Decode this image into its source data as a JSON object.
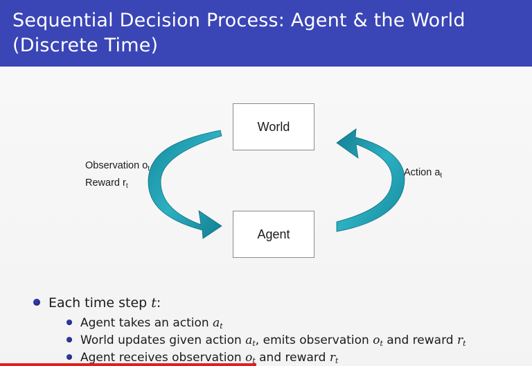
{
  "slide": {
    "title": "Sequential Decision Process: Agent & the World (Discrete Time)"
  },
  "diagram": {
    "world_label": "World",
    "agent_label": "Agent",
    "left_label": {
      "observation_text": "Observation o",
      "observation_sub": "t",
      "reward_text": "Reward r",
      "reward_sub": "t"
    },
    "right_label": {
      "action_text": "Action a",
      "action_sub": "t"
    },
    "arrow_color": "#1f9db0"
  },
  "bullets": {
    "main": {
      "text": "Each time step ",
      "var": "t",
      "suffix": ":"
    },
    "sub1": {
      "text": "Agent takes an action ",
      "var": "a",
      "sub": "t"
    },
    "sub2": {
      "text1": "World updates given action ",
      "var1": "a",
      "sub1": "t",
      "text2": ", emits observation ",
      "var2": "o",
      "sub2": "t",
      "text3": " and reward ",
      "var3": "r",
      "sub3": "t"
    },
    "sub3": {
      "text1": "Agent receives observation ",
      "var1": "o",
      "sub1": "t",
      "text2": " and reward ",
      "var2": "r",
      "sub2": "t"
    }
  },
  "colors": {
    "header_bg": "#3a45b6",
    "bullet": "#2d3aa8"
  }
}
